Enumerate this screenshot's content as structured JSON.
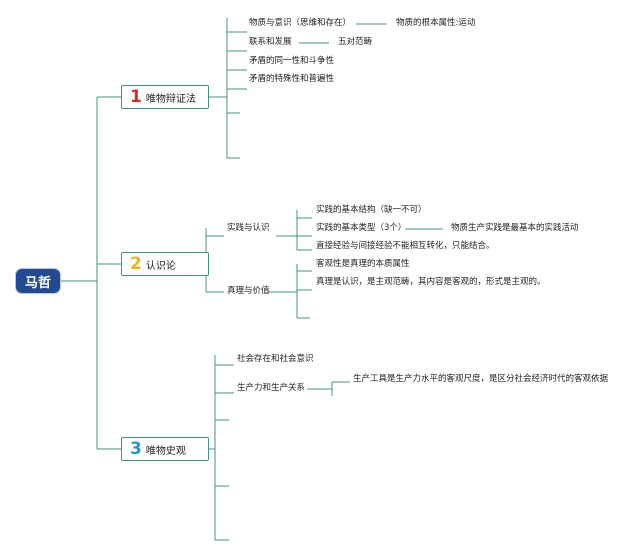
{
  "root": {
    "label": "马哲"
  },
  "branches": [
    {
      "number": "1",
      "label": "唯物辩证法",
      "num_color": "#c9302c",
      "items": [
        {
          "label": "物质与意识（思维和存在）",
          "note": "物质的根本属性:运动"
        },
        {
          "label": "联系和发展",
          "note": "五对范畴"
        },
        {
          "label": "矛盾的同一性和斗争性"
        },
        {
          "label": "矛盾的特殊性和普遍性"
        }
      ]
    },
    {
      "number": "2",
      "label": "认识论",
      "num_color": "#e9b22a",
      "groups": [
        {
          "label": "实践与认识",
          "items": [
            {
              "label": "实践的基本结构（缺一不可）"
            },
            {
              "label": "实践的基本类型（3个）",
              "note": "物质生产实践是最基本的实践活动"
            },
            {
              "label": "直接经验与间接经验不能相互转化，只能结合。"
            }
          ]
        },
        {
          "label": "真理与价值",
          "items": [
            {
              "label": "客观性是真理的本质属性"
            },
            {
              "label": "真理是认识，是主观范畴，其内容是客观的，形式是主观的。"
            }
          ]
        }
      ]
    },
    {
      "number": "3",
      "label": "唯物史观",
      "num_color": "#2a93c8",
      "items": [
        {
          "label": "社会存在和社会意识"
        },
        {
          "label": "生产力和生产关系",
          "sub": "生产工具是生产力水平的客观尺度，是区分社会经济时代的客观依据"
        }
      ]
    }
  ],
  "colors": {
    "line": "#4a8f83",
    "root_bg": "#24498f"
  }
}
